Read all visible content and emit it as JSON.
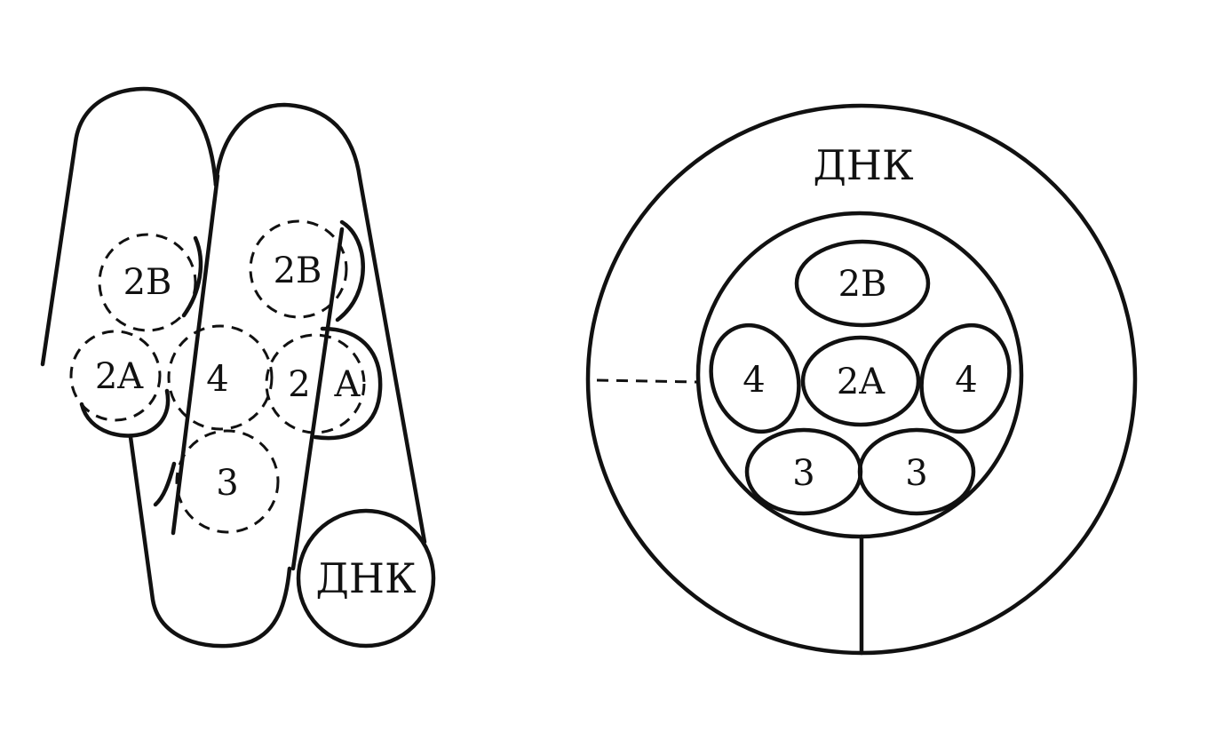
{
  "colors": {
    "ink": "#111111",
    "paper": "#ffffff"
  },
  "side_view": {
    "labels": {
      "h2b_back": "2B",
      "h2a_back": "2A",
      "h4": "4",
      "h2b_front": "2B",
      "h2a_front_left": "2",
      "h2a_front_right": "A",
      "h3": "3",
      "dna": "ДНК"
    }
  },
  "top_view": {
    "labels": {
      "dna": "ДНК",
      "h2b": "2B",
      "h2a": "2A",
      "h4_left": "4",
      "h4_right": "4",
      "h3_left": "3",
      "h3_right": "3"
    }
  }
}
